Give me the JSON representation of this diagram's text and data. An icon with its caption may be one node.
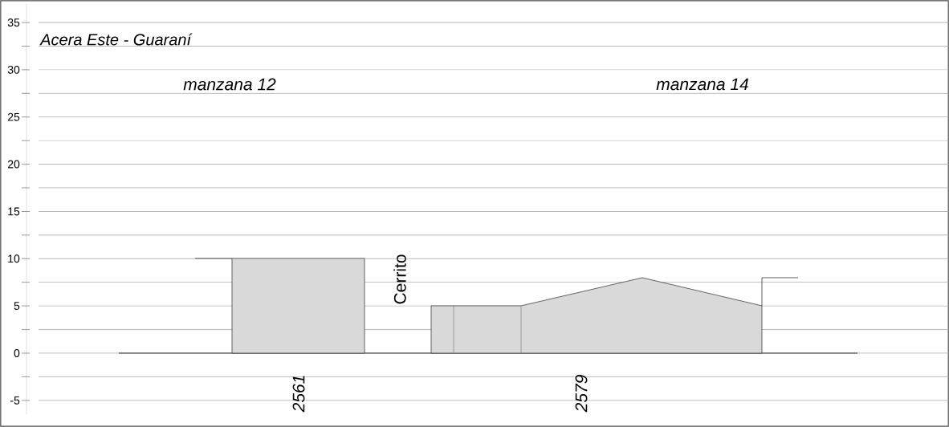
{
  "diagram": {
    "title": "Acera Este - Guaraní",
    "labels": [
      "35",
      "30",
      "25",
      "20",
      "15",
      "10",
      "5",
      "0",
      "-5",
      "manzana 12",
      "manzana 14",
      "Cerrito",
      "2561",
      "2579"
    ]
  }
}
